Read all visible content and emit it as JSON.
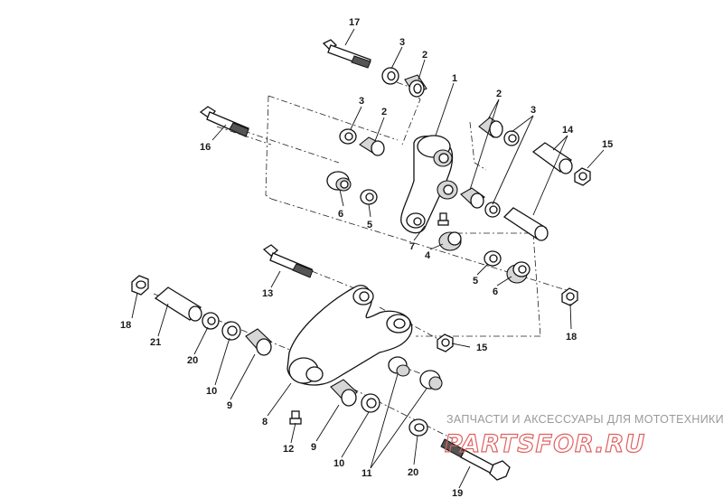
{
  "labels": {
    "p1": "1",
    "p2a": "2",
    "p2b": "2",
    "p2c": "2",
    "p3a": "3",
    "p3b": "3",
    "p3c": "3",
    "p4": "4",
    "p5a": "5",
    "p5b": "5",
    "p6a": "6",
    "p6b": "6",
    "p7": "7",
    "p8": "8",
    "p9a": "9",
    "p9b": "9",
    "p10a": "10",
    "p10b": "10",
    "p11": "11",
    "p12": "12",
    "p13": "13",
    "p14": "14",
    "p15a": "15",
    "p15b": "15",
    "p16": "16",
    "p17": "17",
    "p18a": "18",
    "p18b": "18",
    "p19": "19",
    "p20a": "20",
    "p20b": "20",
    "p21": "21"
  },
  "watermark": {
    "tagline": "ЗАПЧАСТИ И АКСЕССУАРЫ ДЛЯ МОТОТЕХНИКИ",
    "logo": "PARTSFOR.RU",
    "logo_color": "#e06060"
  }
}
